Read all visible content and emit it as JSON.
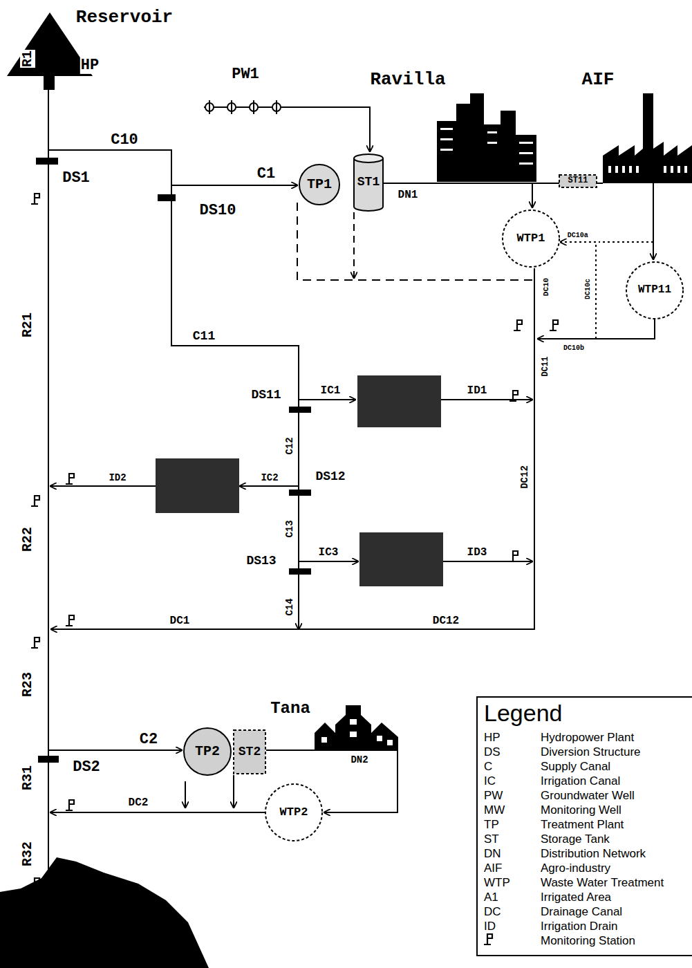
{
  "diagram": {
    "nodes": [
      {
        "text": [
          "TP1"
        ]
      },
      {
        "text": [
          "ST1"
        ]
      },
      {
        "text": [
          "ST11"
        ]
      },
      {
        "text": [
          "WTP1"
        ]
      },
      {
        "text": [
          "WTP11"
        ]
      },
      {
        "text": [
          "TP2"
        ]
      },
      {
        "text": [
          "ST2"
        ]
      },
      {
        "text": [
          "WTP2"
        ]
      }
    ],
    "edges": [
      {
        "from": 4,
        "to": 3,
        "arrow": "to",
        "label": "DC10a"
      }
    ],
    "labels": [
      "Reservoir",
      "HP",
      "R1",
      "C10",
      "DS1",
      "DS10",
      "C1",
      "PW1",
      "Ravilla",
      "AIF",
      "DN1",
      "DC10",
      "DC10c",
      "DC10b",
      "DC11",
      "C11",
      "DS11",
      "IC1",
      "ID1",
      "C12",
      "DS12",
      "IC2",
      "ID2",
      "R21",
      "R22",
      "C13",
      "DS13",
      "IC3",
      "ID3",
      "DC12",
      "C14",
      "DC1",
      "DC12",
      "R23",
      "Tana",
      "C2",
      "DS2",
      "DN2",
      "DC2",
      "R31",
      "R32",
      "Legend",
      "HP",
      "DS",
      "C",
      "IC",
      "PW",
      "MW",
      "TP",
      "ST",
      "DN",
      "AIF",
      "WTP",
      "A1",
      "DC",
      "ID"
    ],
    "legend": [
      {
        "text": "Hydropower Plant"
      },
      {
        "text": "Diversion Structure"
      },
      {
        "text": "Supply Canal"
      },
      {
        "text": "Irrigation Canal"
      },
      {
        "text": "Groundwater Well"
      },
      {
        "text": "Monitoring Well"
      },
      {
        "text": "Treatment Plant"
      },
      {
        "text": "Storage Tank"
      },
      {
        "text": "Distribution Network"
      },
      {
        "text": "Agro-industry"
      },
      {
        "text": "Waste Water Treatment"
      },
      {
        "text": "Irrigated Area"
      },
      {
        "text": "Drainage Canal"
      },
      {
        "text": "Irrigation Drain"
      },
      {
        "text": "Monitoring Station"
      }
    ]
  }
}
